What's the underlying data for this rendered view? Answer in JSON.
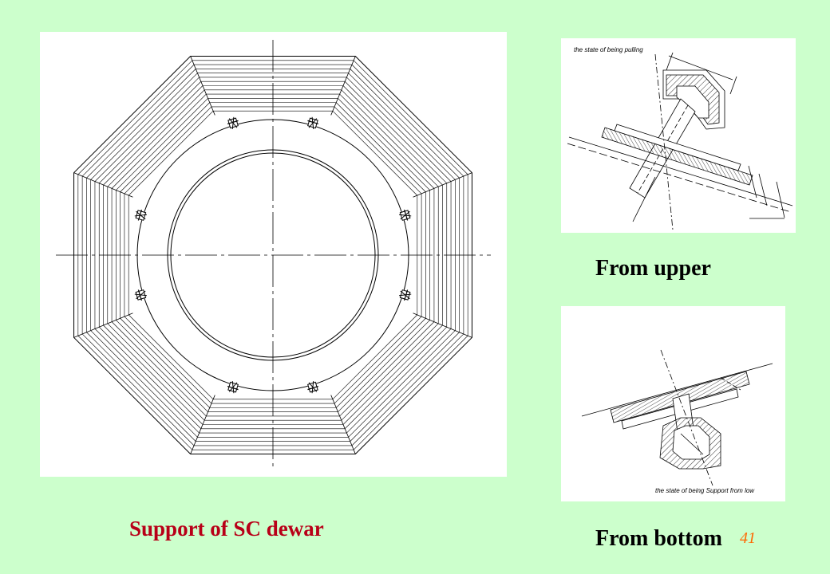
{
  "captions": {
    "main": "Support of SC dewar",
    "upper": "From upper",
    "bottom": "From bottom"
  },
  "page_number": "41",
  "drawings": {
    "upper_note": "the state of being pulling",
    "bottom_note": "the state of being Support from low"
  },
  "colors": {
    "background": "#ccffcc",
    "caption_main": "#b80018",
    "page_number": "#ff6600"
  }
}
